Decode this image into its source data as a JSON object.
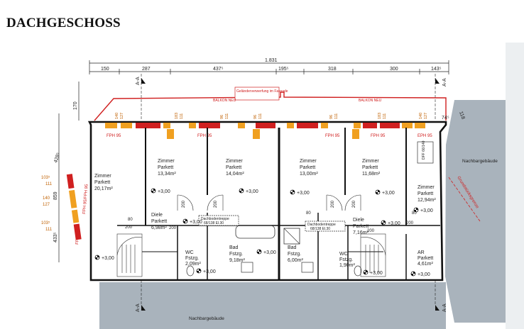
{
  "title": "DACHGESCHOSS",
  "dimensions": {
    "total": "1.831",
    "segments": [
      "150",
      "287",
      "437⁵",
      "195⁵",
      "318",
      "300",
      "143⁵"
    ],
    "left_vertical": [
      "170",
      "428⁵",
      "859",
      "433⁵"
    ],
    "right_top": "118",
    "right_top2": "74⁵"
  },
  "section_marks": [
    "A-A",
    "A-A",
    "A-A",
    "A-A"
  ],
  "annotations": {
    "railing": "Geländerverwerfung im Fassade",
    "balcony_left": "BALKON NEU",
    "balcony_right": "BALKON NEU",
    "neighbor_right": "Nachbargebäude",
    "neighbor_bottom": "Nachbargebäude",
    "boundary": "Grundstücksgrenze"
  },
  "windows": {
    "fph_left": "FPH 95",
    "fph_mid": "FPH 95",
    "fph_c1": "FPH 95",
    "fph_c2": "FPH 95",
    "fph_right": "EPH 95",
    "fph_vert1": "FPH 95/FPH 95",
    "fph_vert2": "FPH 95"
  },
  "rooms": [
    {
      "name": "Zimmer",
      "floor": "Parkett",
      "area": "20,17m²"
    },
    {
      "name": "Zimmer",
      "floor": "Parkett",
      "area": "13,34m²"
    },
    {
      "name": "Zimmer",
      "floor": "Parkett",
      "area": "14,04m²"
    },
    {
      "name": "Zimmer",
      "floor": "Parkett",
      "area": "13,00m²"
    },
    {
      "name": "Zimmer",
      "floor": "Parkett",
      "area": "11,68m²"
    },
    {
      "name": "Zimmer",
      "floor": "Parkett",
      "area": "12,94m²"
    },
    {
      "name": "Diele",
      "floor": "Parkett",
      "area": "6,98m²"
    },
    {
      "name": "Diele",
      "floor": "Parkett",
      "area": "7,16m²"
    },
    {
      "name": "Bad",
      "floor": "Fstzg.",
      "area": "9,18m²"
    },
    {
      "name": "Bad",
      "floor": "Fstzg.",
      "area": "6,00m²"
    },
    {
      "name": "WC",
      "floor": "Fstzg.",
      "area": "2,09m²"
    },
    {
      "name": "WC",
      "floor": "Fstzg.",
      "area": "1,90m²"
    },
    {
      "name": "AR",
      "floor": "Parkett",
      "area": "4,61m²"
    }
  ],
  "level": "+3,00",
  "door_size": "200",
  "door_small": "80",
  "stairs": {
    "label1": "Dachbodentreppe",
    "spec1": "68/138 El.30",
    "label2": "Dachbodentreppe",
    "spec2": "68/138 El.30"
  },
  "sill_labels": [
    "140",
    "127",
    "183",
    "111",
    "96",
    "111",
    "96",
    "111",
    "96",
    "111",
    "183",
    "111",
    "140",
    "127"
  ],
  "left_sills": [
    "103⁵",
    "111",
    "140",
    "127",
    "103⁵",
    "111"
  ],
  "dff": "DFF 66/140"
}
